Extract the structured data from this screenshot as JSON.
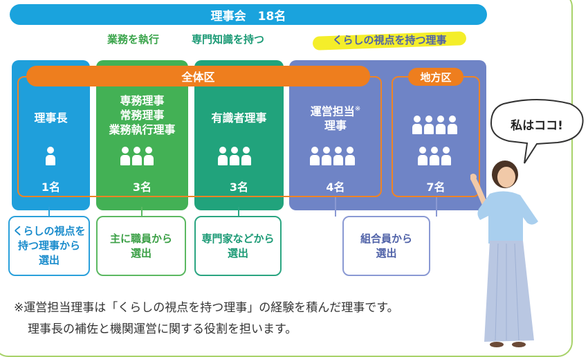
{
  "banner": {
    "label": "理事会　18名"
  },
  "sub_labels": {
    "execute": "業務を執行",
    "expertise": "専門知識を持つ",
    "perspective": "くらしの視点を持つ理事"
  },
  "areas": {
    "zentai": "全体区",
    "chiho": "地方区"
  },
  "columns": [
    {
      "title": "理事長",
      "count": "1名",
      "icons": 1
    },
    {
      "title": "専務理事\n常務理事\n業務執行理事",
      "count": "3名",
      "icons": 3
    },
    {
      "title": "有識者理事",
      "count": "3名",
      "icons": 3
    },
    {
      "title": "運営担当",
      "mark": "※",
      "title2": "理事",
      "count": "4名",
      "icons": 4
    },
    {
      "title": "",
      "count": "7名",
      "icons": 7
    }
  ],
  "sources": [
    "くらしの視点を\n持つ理事から\n選出",
    "主に職員から\n選出",
    "専門家などから\n選出",
    "組合員から\n選出"
  ],
  "notes": {
    "line1": "※運営担当理事は「くらしの視点を持つ理事」の経験を積んだ理事です。",
    "line2": "理事長の補佐と機関運営に関する役割を担います。"
  },
  "speech_bubble": "私はココ!",
  "colors": {
    "banner": "#1aa3dd",
    "chairman": "#1f9fdb",
    "executive": "#43b155",
    "expert": "#21a37c",
    "member": "#6f84c6",
    "area": "#ee7e1e",
    "highlight": "#f4ee2a",
    "frame": "#a8d26a"
  }
}
